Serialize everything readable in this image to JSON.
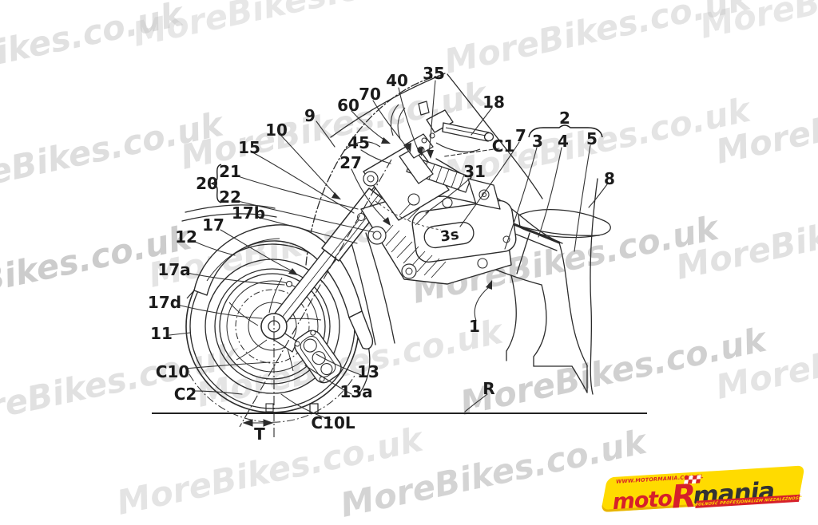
{
  "figure": {
    "type": "patent-line-drawing",
    "subject": "Motorcycle front suspension, steering and frame patent figure"
  },
  "watermark": {
    "text": "MoreBikes.co.uk",
    "color": "#c4c4c4"
  },
  "labels": {
    "n40": "40",
    "n35": "35",
    "n70": "70",
    "n60": "60",
    "n18": "18",
    "c1": "C1",
    "n9": "9",
    "n2": "2",
    "n7": "7",
    "n3": "3",
    "n4": "4",
    "n5": "5",
    "n8": "8",
    "n10": "10",
    "n45": "45",
    "n15": "15",
    "n27": "27",
    "n31": "31",
    "n20": "20",
    "n21": "21",
    "n22": "22",
    "n17b": "17b",
    "n17": "17",
    "n12": "12",
    "n17a": "17a",
    "n17d": "17d",
    "n11": "11",
    "c10": "C10",
    "c2": "C2",
    "n13": "13",
    "n13a": "13a",
    "n3s": "3s",
    "n1": "1",
    "r": "R",
    "t": "T",
    "c10l": "C10L"
  },
  "logo": {
    "url_text": "WWW.MOTORMANIA.COM.PL",
    "brand_moto": "moto",
    "brand_r": "R",
    "brand_mania": "mania",
    "slogan": "WOLNOŚĆ   PROFESJONALIZM   NIEZALEŻNOŚĆ",
    "colors": {
      "yellow": "#ffdb00",
      "red": "#d6202a",
      "dark": "#333333"
    }
  }
}
